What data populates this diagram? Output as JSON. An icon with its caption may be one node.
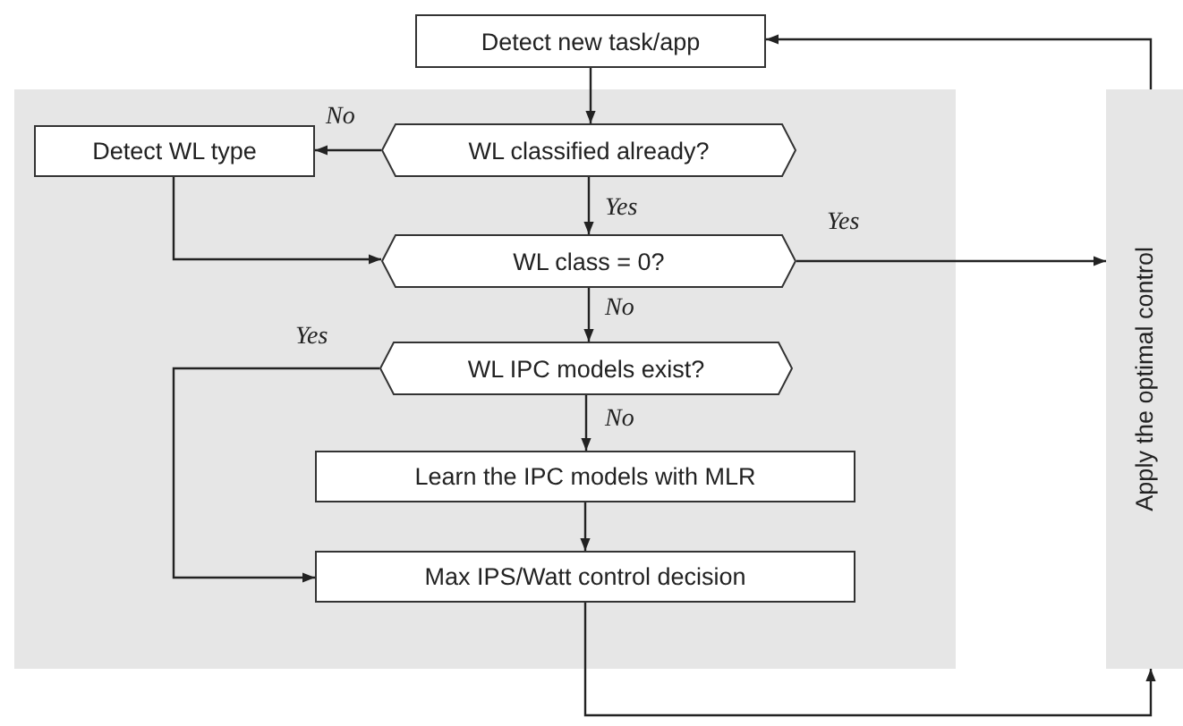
{
  "diagram": {
    "nodes": [
      {
        "text": [
          "Detect new task/app"
        ]
      },
      {
        "text": [],
        "shape": "box"
      },
      {
        "text": [
          "Detect WL type"
        ],
        "in": 1
      },
      {
        "text": [
          "WL classified already?"
        ],
        "in": 1
      },
      {
        "text": [
          "WL class = 0?"
        ],
        "in": 1
      },
      {
        "text": [
          "WL IPC models exist?"
        ],
        "in": 1
      },
      {
        "text": [
          "Learn the IPC models with MLR"
        ],
        "in": 1
      },
      {
        "text": [
          "Max IPS/Watt control decision"
        ],
        "in": 1
      },
      {
        "text": [
          "Apply the optimal control"
        ]
      }
    ],
    "edges": [
      {
        "from": 0,
        "to": 3,
        "arrow": "to"
      },
      {
        "from": 3,
        "to": 2,
        "arrow": "to",
        "label": "No"
      },
      {
        "from": 3,
        "to": 4,
        "arrow": "to",
        "label": "Yes"
      },
      {
        "from": 2,
        "to": 4,
        "arrow": "to"
      },
      {
        "from": 4,
        "to": 8,
        "arrow": "to",
        "label": "Yes"
      },
      {
        "from": 4,
        "to": 5,
        "arrow": "to",
        "label": "No"
      },
      {
        "from": 5,
        "to": 7,
        "arrow": "to",
        "label": "Yes"
      },
      {
        "from": 5,
        "to": 6,
        "arrow": "to",
        "label": "No"
      },
      {
        "from": 6,
        "to": 7,
        "arrow": "to"
      },
      {
        "from": 7,
        "to": 8,
        "arrow": "to"
      },
      {
        "from": 8,
        "to": 0,
        "arrow": "to"
      }
    ]
  }
}
